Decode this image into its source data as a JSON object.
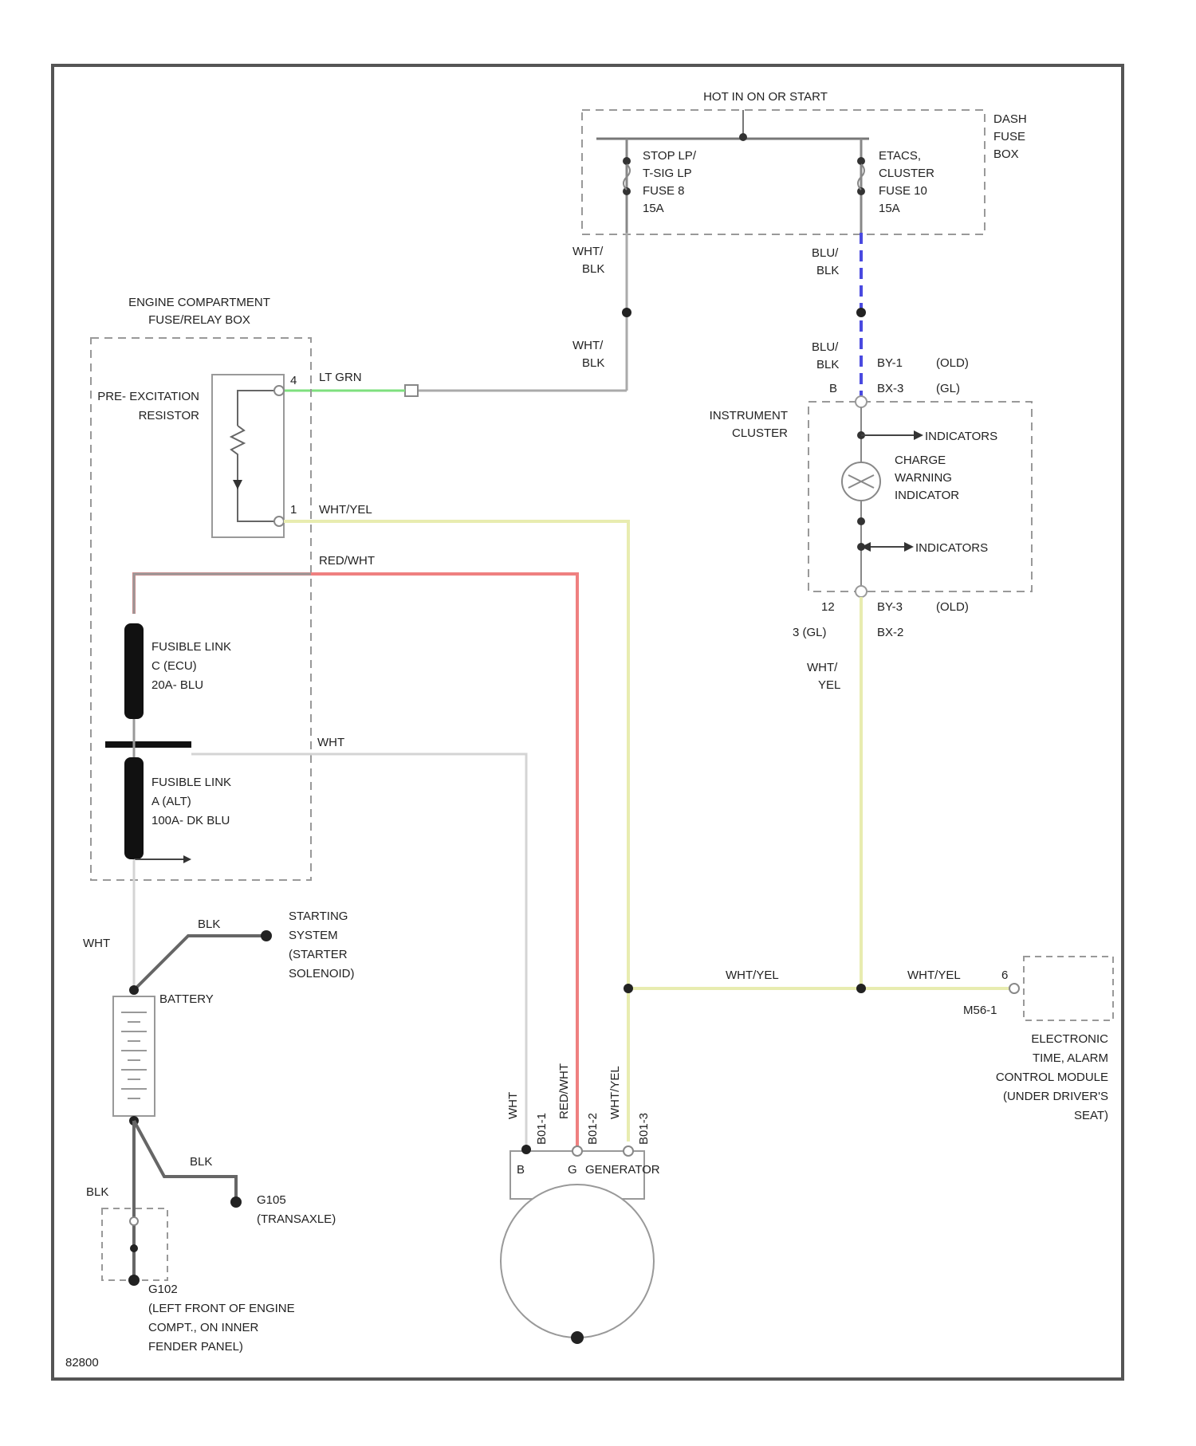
{
  "diagram_id": "82800",
  "top_bus_label": "HOT IN ON OR START",
  "dash_fuse_box": [
    "DASH",
    "FUSE",
    "BOX"
  ],
  "fuse_stop": [
    "STOP LP/",
    "T-SIG LP",
    "FUSE 8",
    "15A"
  ],
  "fuse_cluster": [
    "ETACS,",
    "CLUSTER",
    "FUSE 10",
    "15A"
  ],
  "wire_wht_blk": [
    "WHT/",
    "BLK"
  ],
  "wire_blu_blk": [
    "BLU/",
    "BLK"
  ],
  "engine_box": [
    "ENGINE COMPARTMENT",
    "FUSE/RELAY BOX"
  ],
  "pre_exc_resistor": [
    "PRE- EXCITATION",
    "RESISTOR"
  ],
  "pin_4": "4",
  "pin_1": "1",
  "wire_lt_grn": "LT GRN",
  "wire_wht_yel": "WHT/YEL",
  "wire_red_wht": "RED/WHT",
  "wire_wht": "WHT",
  "fusible_c": [
    "FUSIBLE LINK",
    "C (ECU)",
    "20A- BLU"
  ],
  "fusible_a": [
    "FUSIBLE LINK",
    "A (ALT)",
    "100A- DK BLU"
  ],
  "cluster_pins_top": [
    "B",
    "BY-1",
    "(OLD)",
    "BX-3",
    "(GL)"
  ],
  "instrument_cluster": [
    "INSTRUMENT",
    "CLUSTER"
  ],
  "indicators_top": "INDICATORS",
  "charge_warning": [
    "CHARGE",
    "WARNING",
    "INDICATOR"
  ],
  "indicators_bottom": "INDICATORS",
  "cluster_pins_bottom": [
    "12",
    "BY-3",
    "(OLD)",
    "3 (GL)",
    "BX-2"
  ],
  "wire_wht_yel_stack": [
    "WHT/",
    "YEL"
  ],
  "wire_blk": "BLK",
  "starting_system": [
    "STARTING",
    "SYSTEM",
    "(STARTER",
    "SOLENOID)"
  ],
  "battery": "BATTERY",
  "g105": [
    "G105",
    "(TRANSAXLE)"
  ],
  "g102": [
    "G102",
    "(LEFT FRONT OF ENGINE",
    "COMPT., ON INNER",
    "FENDER PANEL)"
  ],
  "etacs_pin": [
    "6",
    "M56-1"
  ],
  "etacs": [
    "ELECTRONIC",
    "TIME, ALARM",
    "CONTROL MODULE",
    "(UNDER DRIVER'S",
    "SEAT)"
  ],
  "generator": "GENERATOR",
  "gen_terminals": [
    "B",
    "G"
  ],
  "gen_wires_vertical": [
    "WHT",
    "RED/WHT",
    "WHT/YEL"
  ],
  "gen_pins_vertical": [
    "B01-1",
    "B01-2",
    "B01-3"
  ],
  "colors": {
    "line": "#8a8a8a",
    "dark": "#222222",
    "lt_grn": "#7ee07e",
    "red": "#ef8080",
    "yellow": "#e8ecb0",
    "blue": "#4a4ae0",
    "wht": "#d4d4d4"
  }
}
